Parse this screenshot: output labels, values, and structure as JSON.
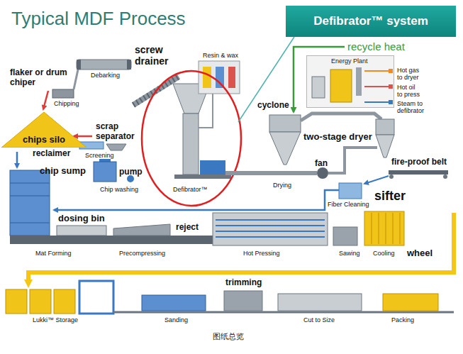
{
  "diagram": {
    "title": "Typical MDF Process",
    "caption": "图纸总览",
    "nodes": [
      {
        "text": [
          "Defibrator™ system"
        ]
      },
      {
        "text": [
          "Energy Plant"
        ]
      },
      {
        "text": [
          "chips silo"
        ]
      }
    ],
    "labels": [
      "recycle heat",
      "screw drainer",
      "flaker or drum chiper",
      "Resin & wax",
      "Hot gas to dryer",
      "Debarking",
      "Hot oil to press",
      "Chipping",
      "cyclone",
      "Steam to defibrator",
      "scrap separator",
      "two-stage dryer",
      "reclaimer",
      "Screening",
      "fire-proof belt",
      "fan",
      "chip sump",
      "pump",
      "Chip washing",
      "Defibrator™",
      "Drying",
      "sifter",
      "Fiber Cleaning",
      "dosing bin",
      "reject",
      "Mat Forming",
      "Precompressing",
      "Hot Pressing",
      "Sawing",
      "Cooling",
      "wheel",
      "trimming",
      "Lukki™ Storage",
      "Sanding",
      "Cut to Size",
      "Packing"
    ]
  }
}
